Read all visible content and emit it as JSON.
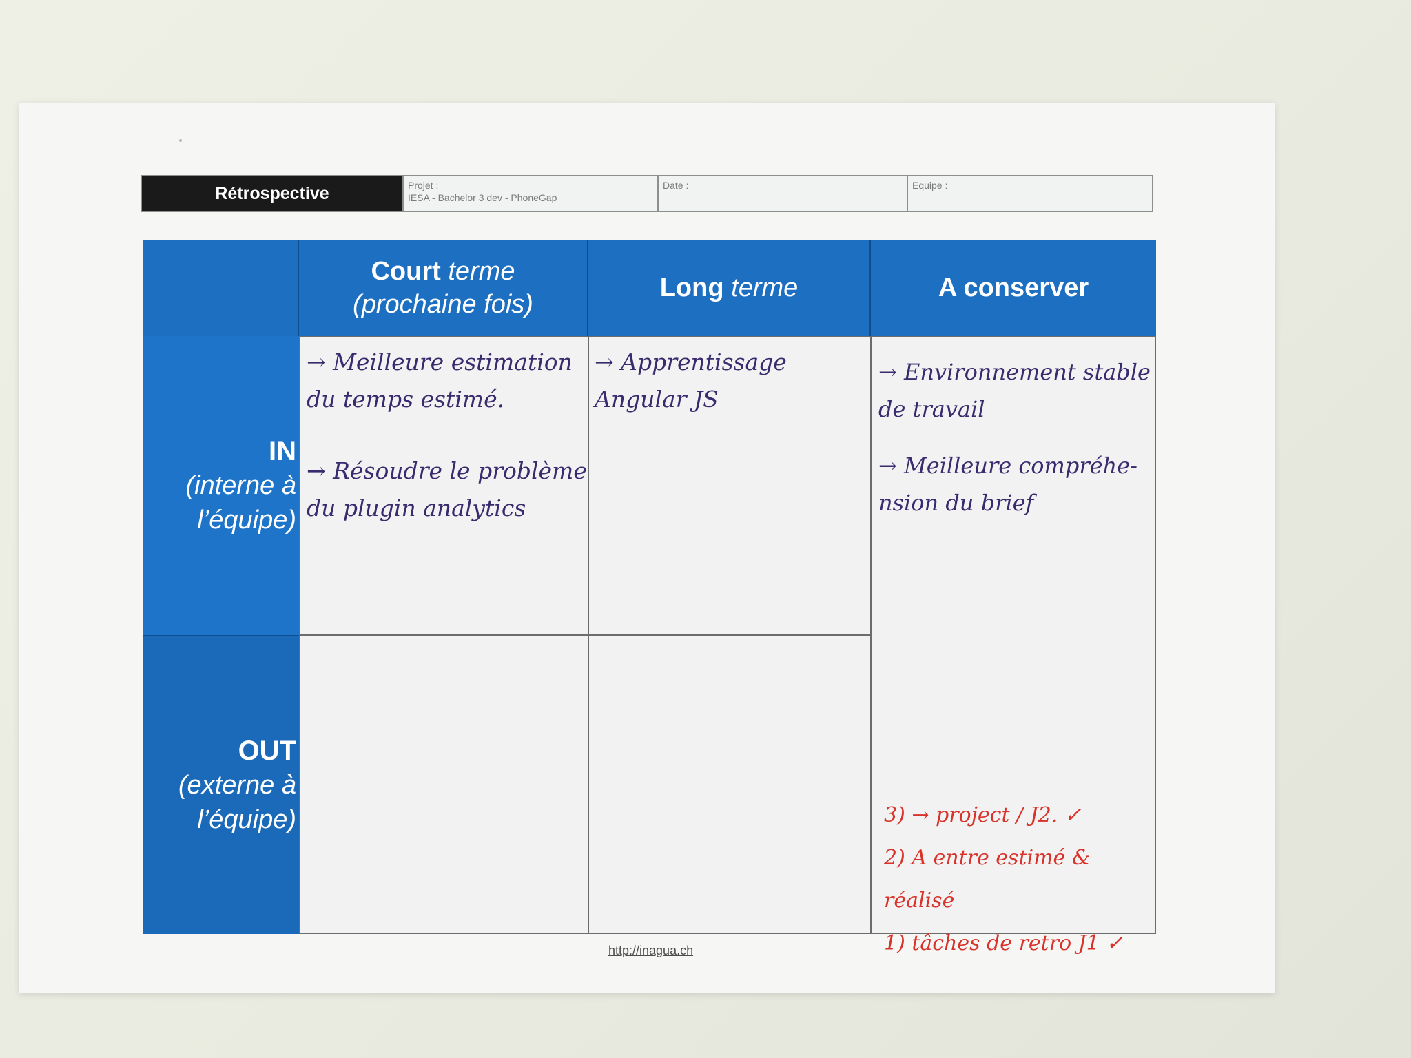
{
  "header": {
    "title": "Rétrospective",
    "projet_label": "Projet :",
    "projet_value": "IESA - Bachelor 3 dev - PhoneGap",
    "date_label": "Date :",
    "equipe_label": "Equipe :"
  },
  "columns": {
    "court_bold": "Court",
    "court_italic": "terme",
    "court_sub": "(prochaine fois)",
    "long_bold": "Long",
    "long_italic": "terme",
    "conserver": "A conserver"
  },
  "rows": {
    "in_title": "IN",
    "in_sub1": "(interne à",
    "in_sub2": "l’équipe)",
    "out_title": "OUT",
    "out_sub1": "(externe à",
    "out_sub2": "l’équipe)"
  },
  "notes": {
    "court_in_1": "→ Meilleure estimation\ndu temps estimé.",
    "court_in_2": "→ Résoudre le problème\ndu plugin analytics",
    "long_in_1": "→ Apprentissage\n   Angular JS",
    "conserver_1": "→ Environnement stable\n  de travail",
    "conserver_2": "→    Meilleure compréhe-\n      nsion du brief",
    "actions": "3) → project / J2. ✓\n2) A entre estimé & réalisé\n1) tâches de retro J1 ✓"
  },
  "footer": {
    "link": "http://inagua.ch"
  },
  "colors": {
    "blue": "#1d6fc2",
    "ink": "#3a2a6e",
    "red_ink": "#d9322a"
  }
}
